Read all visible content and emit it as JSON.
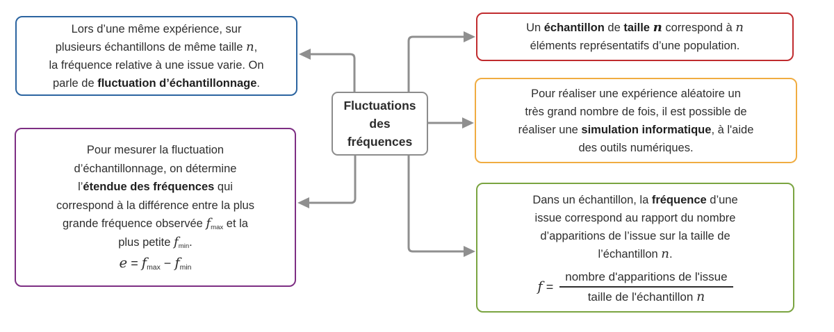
{
  "colors": {
    "connector_gray": "#8f8f8f",
    "center_border_gray": "#8c8c8c",
    "text": "#2e2e2e",
    "blue": "#2b64a0",
    "purple": "#7d2e83",
    "red": "#c02b2e",
    "orange": "#f0ac41",
    "green": "#7aa440"
  },
  "center_node": {
    "lines": [
      "Fluctuations",
      "des",
      "fréquences"
    ]
  },
  "boxes": {
    "sampling_fluctuation": {
      "border_color": "#2b64a0",
      "segments": [
        {
          "t": "Lors d’une même expérience, sur"
        },
        {
          "br": true
        },
        {
          "t": "plusieurs échantillons de même taille "
        },
        {
          "t": "n",
          "m": true
        },
        {
          "t": ","
        },
        {
          "br": true
        },
        {
          "t": "la fréquence relative à une issue varie. On"
        },
        {
          "br": true
        },
        {
          "t": "parle de "
        },
        {
          "t": "fluctuation d’échantillonnage",
          "b": true
        },
        {
          "t": "."
        }
      ]
    },
    "frequency_range": {
      "border_color": "#7d2e83",
      "segments": [
        {
          "t": "Pour mesurer la fluctuation"
        },
        {
          "br": true
        },
        {
          "t": "d’échantillonnage, on détermine"
        },
        {
          "br": true
        },
        {
          "t": "l’"
        },
        {
          "t": "étendue des fréquences",
          "b": true
        },
        {
          "t": " qui"
        },
        {
          "br": true
        },
        {
          "t": "correspond à la différence entre la plus"
        },
        {
          "br": true
        },
        {
          "t": "grande fréquence observée "
        },
        {
          "t": "f",
          "m": true
        },
        {
          "t": "max",
          "sub": true
        },
        {
          "t": " et la"
        },
        {
          "br": true
        },
        {
          "t": "plus petite "
        },
        {
          "t": "f",
          "m": true
        },
        {
          "t": "min",
          "sub": true
        },
        {
          "t": "."
        }
      ],
      "formula": [
        {
          "t": "e",
          "m": true
        },
        {
          "t": " = "
        },
        {
          "t": "f",
          "m": true
        },
        {
          "t": "max",
          "sub": true
        },
        {
          "t": " − "
        },
        {
          "t": "f",
          "m": true
        },
        {
          "t": "min",
          "sub": true
        }
      ]
    },
    "sample_definition": {
      "border_color": "#c02b2e",
      "segments": [
        {
          "t": "Un "
        },
        {
          "t": "échantillon",
          "b": true
        },
        {
          "t": " de "
        },
        {
          "t": "taille ",
          "b": true
        },
        {
          "t": "n",
          "b": true,
          "m": true
        },
        {
          "t": " correspond à "
        },
        {
          "t": "n",
          "m": true
        },
        {
          "br": true
        },
        {
          "t": "éléments représentatifs d’une population."
        }
      ]
    },
    "computer_simulation": {
      "border_color": "#f0ac41",
      "segments": [
        {
          "t": "Pour réaliser une expérience aléatoire un"
        },
        {
          "br": true
        },
        {
          "t": "très grand nombre de fois, il est possible de"
        },
        {
          "br": true
        },
        {
          "t": "réaliser une "
        },
        {
          "t": "simulation informatique",
          "b": true
        },
        {
          "t": ", à l'aide"
        },
        {
          "br": true
        },
        {
          "t": "des outils numériques."
        }
      ]
    },
    "frequency_definition": {
      "border_color": "#7aa440",
      "segments": [
        {
          "t": "Dans un échantillon, la "
        },
        {
          "t": "fréquence",
          "b": true
        },
        {
          "t": " d’une"
        },
        {
          "br": true
        },
        {
          "t": "issue correspond au rapport du nombre"
        },
        {
          "br": true
        },
        {
          "t": "d’apparitions de l’issue sur la taille de"
        },
        {
          "br": true
        },
        {
          "t": "l’échantillon "
        },
        {
          "t": "n",
          "m": true
        },
        {
          "t": "."
        }
      ],
      "formula": {
        "lhs": [
          {
            "t": "f",
            "m": true
          },
          {
            "t": " = "
          }
        ],
        "num": [
          {
            "t": "nombre d'apparitions de l'issue"
          }
        ],
        "den": [
          {
            "t": "taille de l'échantillon "
          },
          {
            "t": "n",
            "m": true
          }
        ]
      }
    }
  }
}
